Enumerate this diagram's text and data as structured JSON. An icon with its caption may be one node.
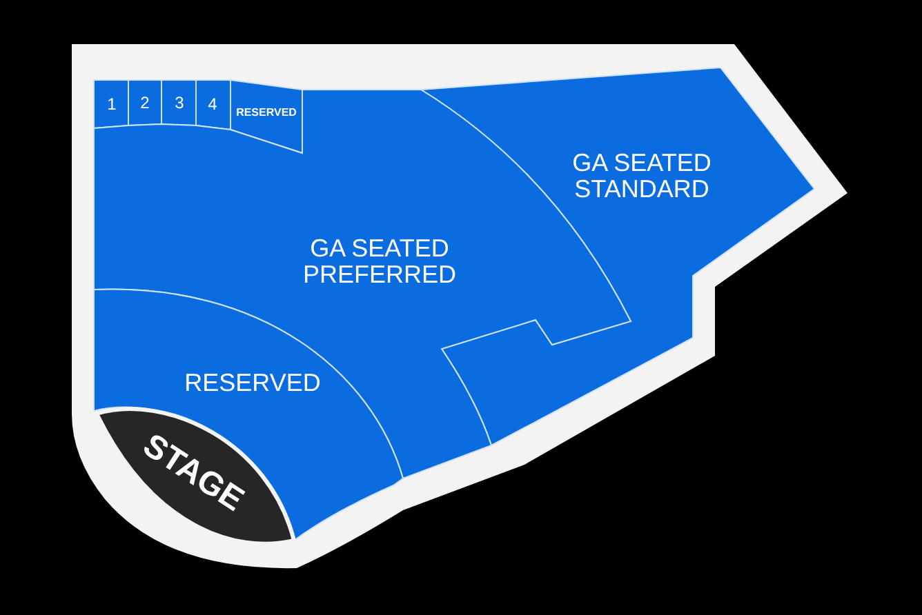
{
  "diagram": {
    "nodes": [
      {
        "text": [
          "1"
        ]
      },
      {
        "text": [
          "2"
        ]
      },
      {
        "text": [
          "3"
        ]
      },
      {
        "text": [
          "4"
        ]
      },
      {
        "text": [
          "RESERVED"
        ]
      },
      {
        "text": [
          "GA SEATED STANDARD"
        ]
      },
      {
        "text": [
          "GA SEATED PREFERRED"
        ]
      },
      {
        "text": [
          "RESERVED"
        ]
      },
      {
        "text": [
          "STAGE"
        ]
      }
    ]
  }
}
